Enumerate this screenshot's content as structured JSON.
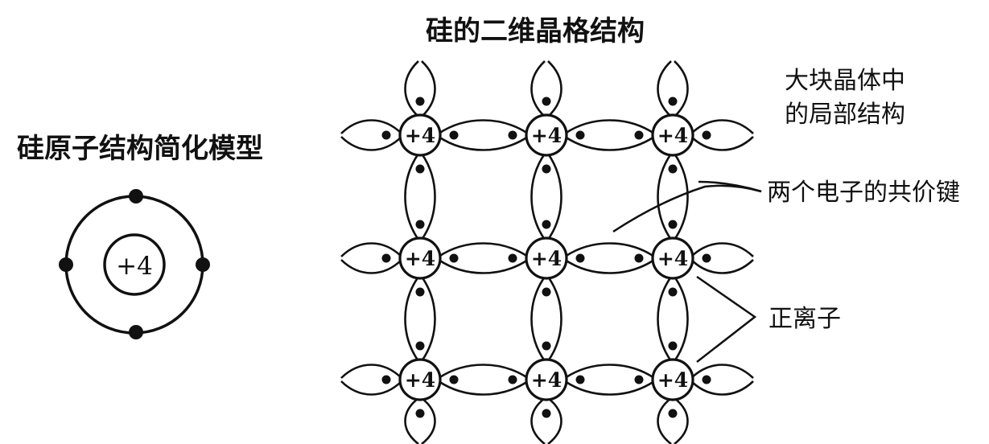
{
  "atom_model": {
    "title": "硅原子结构简化模型",
    "nucleus_label": "+4",
    "valence_electrons": 4
  },
  "lattice": {
    "title": "硅的二维晶格结构",
    "ion_label": "+4",
    "rows": 3,
    "cols": 3
  },
  "annotations": {
    "local_structure_line1": "大块晶体中",
    "local_structure_line2": "的局部结构",
    "covalent_bond": "两个电子的共价键",
    "positive_ion": "正离子"
  },
  "colors": {
    "ink": "#111111",
    "background": "#ffffff"
  }
}
